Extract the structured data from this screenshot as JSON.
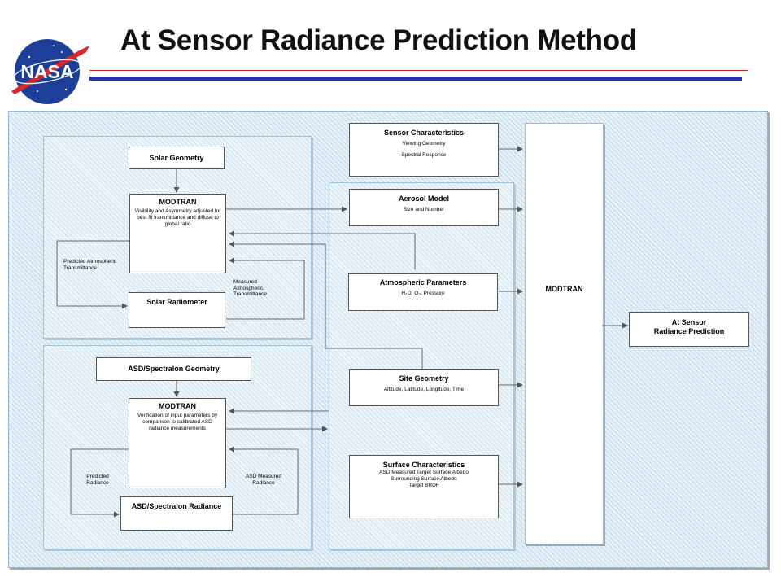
{
  "title": "At Sensor Radiance Prediction Method",
  "logo_text": "NASA",
  "colors": {
    "title_rule": "#cc2a2a",
    "title_bar": "#2333a8",
    "panel_bg": "#e6f1f8"
  },
  "solar": {
    "geometry": "Solar Geometry",
    "modtran_title": "MODTRAN",
    "modtran_desc": "Visibility and Asymmetry adjusted for best fit transmittance and diffuse to global ratio",
    "predicted": "Predicted Atmospheric Transmittance",
    "measured": "Measured Atmospheric Transmittance",
    "radiometer": "Solar Radiometer"
  },
  "asd": {
    "geometry": "ASD/Spectralon Geometry",
    "modtran_title": "MODTRAN",
    "modtran_desc": "Verification of input parameters by comparison to calibrated ASD radiance measurements",
    "predicted": "Predicted Radiance",
    "measured": "ASD Measured Radiance",
    "radiance": "ASD/Spectralon Radiance"
  },
  "sensor": {
    "title": "Sensor Characteristics",
    "line1": "Viewing Geometry",
    "line2": "Spectral Response"
  },
  "aerosol": {
    "title": "Aerosol Model",
    "line1": "Size and Number"
  },
  "atmos": {
    "title": "Atmospheric Parameters",
    "line1": "H₂O, O₃, Pressure"
  },
  "site": {
    "title": "Site Geometry",
    "line1": "Altitude, Latitude, Longitude, Time"
  },
  "surface": {
    "title": "Surface Characteristics",
    "line1": "ASD Measured Target Surface Albedo",
    "line2": "Surrounding Surface Albedo",
    "line3": "Target BRDF"
  },
  "modtran_main": "MODTRAN",
  "prediction": {
    "line1": "At Sensor",
    "line2": "Radiance Prediction"
  }
}
